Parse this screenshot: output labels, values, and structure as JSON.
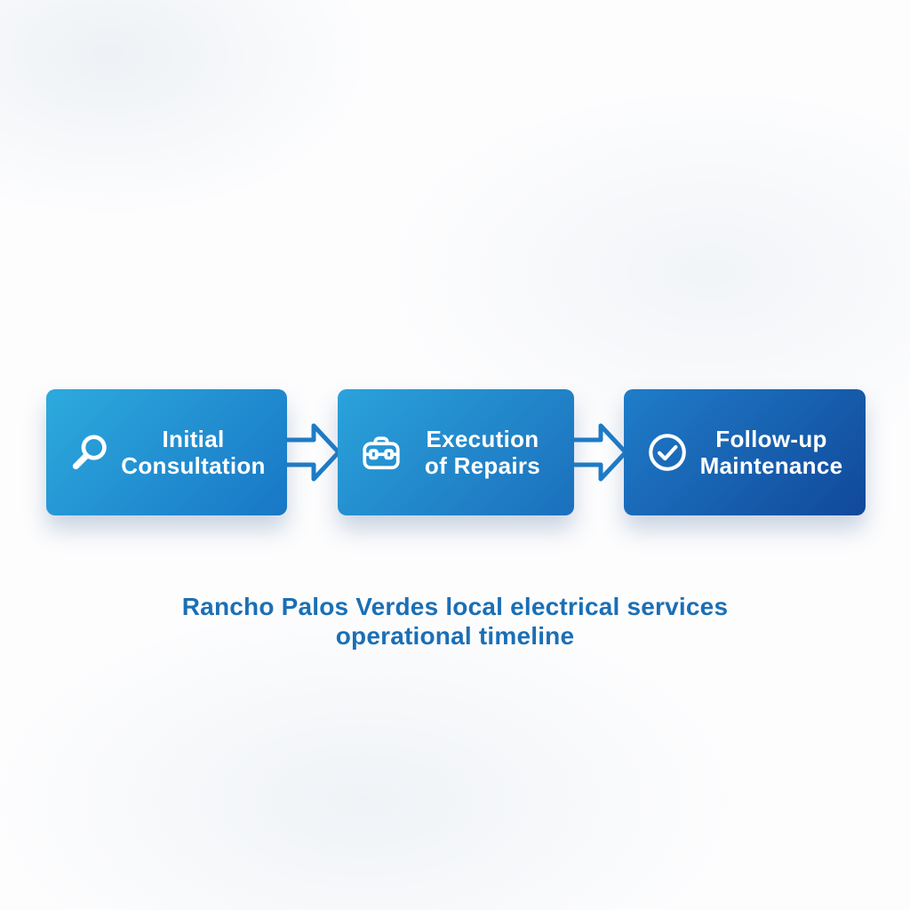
{
  "caption": {
    "line1": "Rancho Palos Verdes local electrical services",
    "line2": "operational timeline",
    "color": "#1B6FB5"
  },
  "steps": [
    {
      "line1": "Initial",
      "line2": "Consultation",
      "icon": "magnifier-icon",
      "gradient_start": "#2DAADD",
      "gradient_end": "#1877C6"
    },
    {
      "line1": "Execution",
      "line2": "of Repairs",
      "icon": "toolbox-icon",
      "gradient_start": "#2AA3DB",
      "gradient_end": "#1B6FBC"
    },
    {
      "line1": "Follow-up",
      "line2": "Maintenance",
      "icon": "check-circle-icon",
      "gradient_start": "#1F7DC9",
      "gradient_end": "#11489A"
    }
  ],
  "arrow": {
    "stroke": "#1E7CC7",
    "fill": "#FDFEFF"
  },
  "icon_color": "#FFFFFF"
}
